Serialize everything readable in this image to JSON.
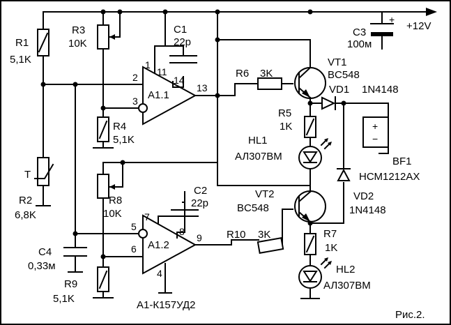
{
  "supply": "+12V",
  "figure_caption": "Рис.2.",
  "components": {
    "R1": {
      "ref": "R1",
      "value": "5,1K"
    },
    "R2": {
      "ref": "R2",
      "value": "6,8K",
      "type_mark": "T"
    },
    "R3": {
      "ref": "R3",
      "value": "10K"
    },
    "R4": {
      "ref": "R4",
      "value": "5,1K"
    },
    "R5": {
      "ref": "R5",
      "value": "1K"
    },
    "R6": {
      "ref": "R6",
      "value": "3K"
    },
    "R7": {
      "ref": "R7",
      "value": "1K"
    },
    "R8": {
      "ref": "R8",
      "value": "10K"
    },
    "R9": {
      "ref": "R9",
      "value": "5,1K"
    },
    "R10": {
      "ref": "R10",
      "value": "3K"
    },
    "C1": {
      "ref": "C1",
      "value": "22p"
    },
    "C2": {
      "ref": "C2",
      "value": "22p"
    },
    "C3": {
      "ref": "C3",
      "value": "100м"
    },
    "C4": {
      "ref": "C4",
      "value": "0,33м"
    },
    "VT1": {
      "ref": "VT1",
      "value": "BC548"
    },
    "VT2": {
      "ref": "VT2",
      "value": "BC548"
    },
    "VD1": {
      "ref": "VD1",
      "value": "1N4148"
    },
    "VD2": {
      "ref": "VD2",
      "value": "1N4148"
    },
    "HL1": {
      "ref": "HL1",
      "value": "АЛ307ВМ"
    },
    "HL2": {
      "ref": "HL2",
      "value": "АЛ307ВМ"
    },
    "BF1": {
      "ref": "BF1",
      "value": "НСМ1212АХ"
    },
    "A1": {
      "label": "A1-К157УД2",
      "unit1": "A1.1",
      "unit2": "A1.2"
    }
  },
  "pins": {
    "a11": {
      "p1": "1",
      "p2": "2",
      "p3": "3",
      "p11": "11",
      "p13": "13",
      "p14": "14"
    },
    "a12": {
      "p4": "4",
      "p5": "5",
      "p6": "6",
      "p7": "7",
      "p8": "8",
      "p9": "9"
    }
  },
  "polarity": {
    "plus": "+",
    "minus": "−"
  }
}
